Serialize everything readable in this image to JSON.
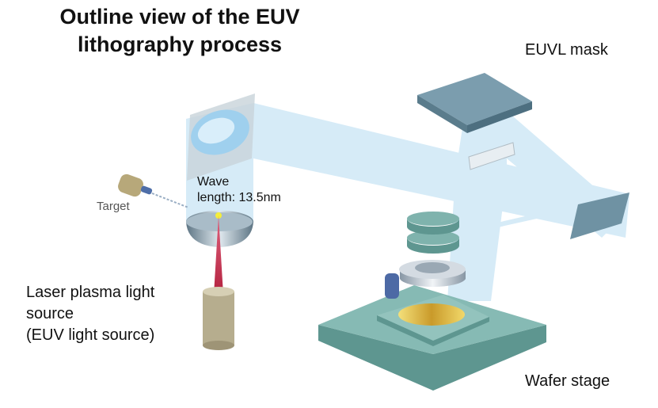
{
  "title": {
    "line1": "Outline view of the EUV",
    "line2": "lithography process"
  },
  "labels": {
    "euvl_mask": "EUVL mask",
    "wave_line1": "Wave",
    "wave_line2": "length:  13.5nm",
    "target": "Target",
    "laser_line1": "Laser plasma light",
    "laser_line2": "source",
    "laser_line3": "(EUV light source)",
    "wafer_stage": "Wafer stage"
  },
  "colors": {
    "beam": "#cfe8f6",
    "stage": "#7fb3ad",
    "mask": "#6f92a3",
    "laser": "#c9325a",
    "wafer": "#e9c64a"
  }
}
